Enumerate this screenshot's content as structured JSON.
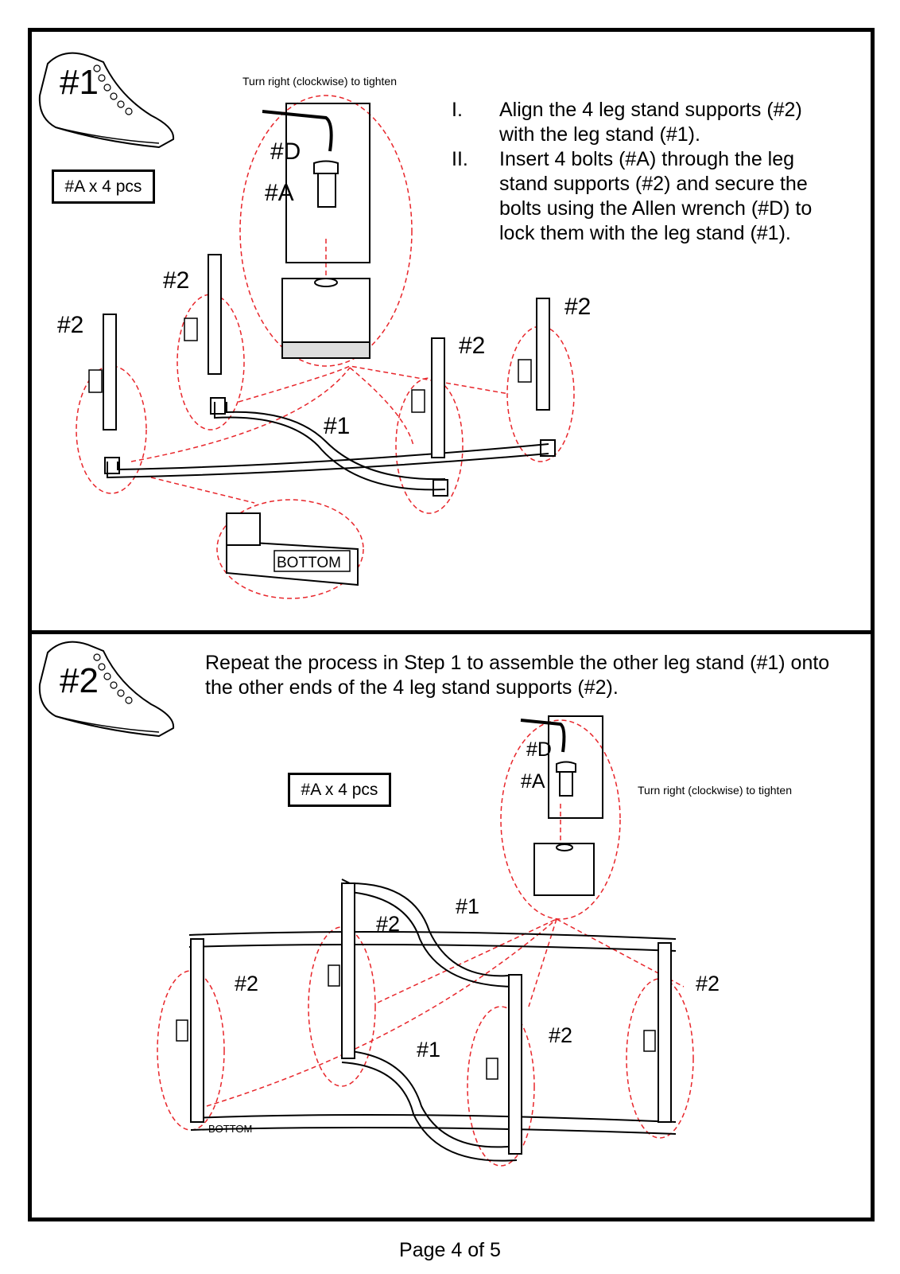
{
  "step1": {
    "badge": "#1",
    "quantity": "#A x 4 pcs",
    "tighten_note": "Turn right (clockwise) to tighten",
    "instructions": [
      {
        "num": "I.",
        "text": "Align the 4 leg stand supports (#2) with the leg stand (#1)."
      },
      {
        "num": "II.",
        "text": "Insert 4 bolts (#A) through the leg stand supports (#2) and secure the bolts using the Allen wrench (#D) to lock them with the leg stand (#1)."
      }
    ],
    "labels": {
      "part_d": "#D",
      "part_a": "#A",
      "support": "#2",
      "stand": "#1",
      "bottom": "BOTTOM"
    }
  },
  "step2": {
    "badge": "#2",
    "quantity": "#A x 4 pcs",
    "tighten_note": "Turn right (clockwise) to tighten",
    "instruction": "Repeat the process in Step 1 to assemble the other leg stand (#1) onto the other ends of the 4 leg stand supports (#2).",
    "labels": {
      "part_d": "#D",
      "part_a": "#A",
      "support": "#2",
      "stand": "#1",
      "bottom": "BOTTOM"
    }
  },
  "footer": {
    "page": "Page 4 of 5"
  },
  "colors": {
    "callout": "#e8262b",
    "ink": "#000000"
  }
}
